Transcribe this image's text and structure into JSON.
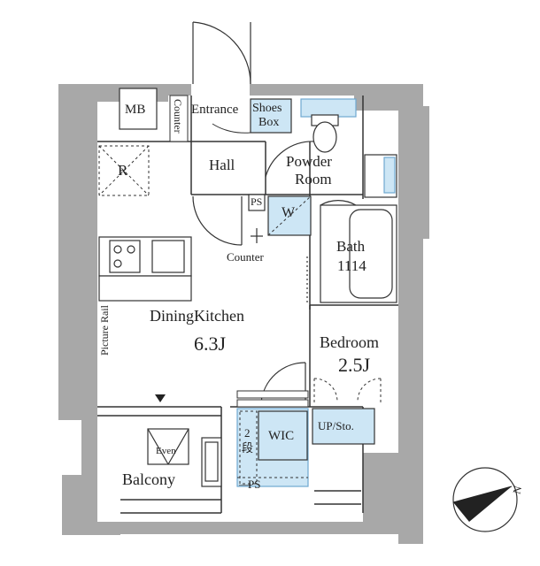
{
  "rooms": {
    "mb": "MB",
    "counter_vertical": "Counter",
    "entrance": "Entrance",
    "shoes_box_line1": "Shoes",
    "shoes_box_line2": "Box",
    "refrigerator": "R",
    "hall": "Hall",
    "powder_room_line1": "Powder",
    "powder_room_line2": "Room",
    "ps_upper": "PS",
    "washer": "W",
    "counter": "Counter",
    "bath": "Bath",
    "bath_size": "1114",
    "dining_kitchen": "DiningKitchen",
    "dining_kitchen_size": "6.3J",
    "picture_rail": "Picture Rail",
    "bedroom": "Bedroom",
    "bedroom_size": "2.5J",
    "wic": "WIC",
    "shelf_2": "2",
    "shelf_dan": "段",
    "up_sto": "UP/Sto.",
    "even": "Even",
    "balcony": "Balcony",
    "ps_lower": "PS"
  },
  "compass": {
    "north_label": "N"
  },
  "colors": {
    "wall": "#a8a8a8",
    "wall_dark": "#8f8f8f",
    "line": "#333333",
    "storage_fill": "#cde6f5",
    "storage_stroke": "#6fa8d0"
  }
}
